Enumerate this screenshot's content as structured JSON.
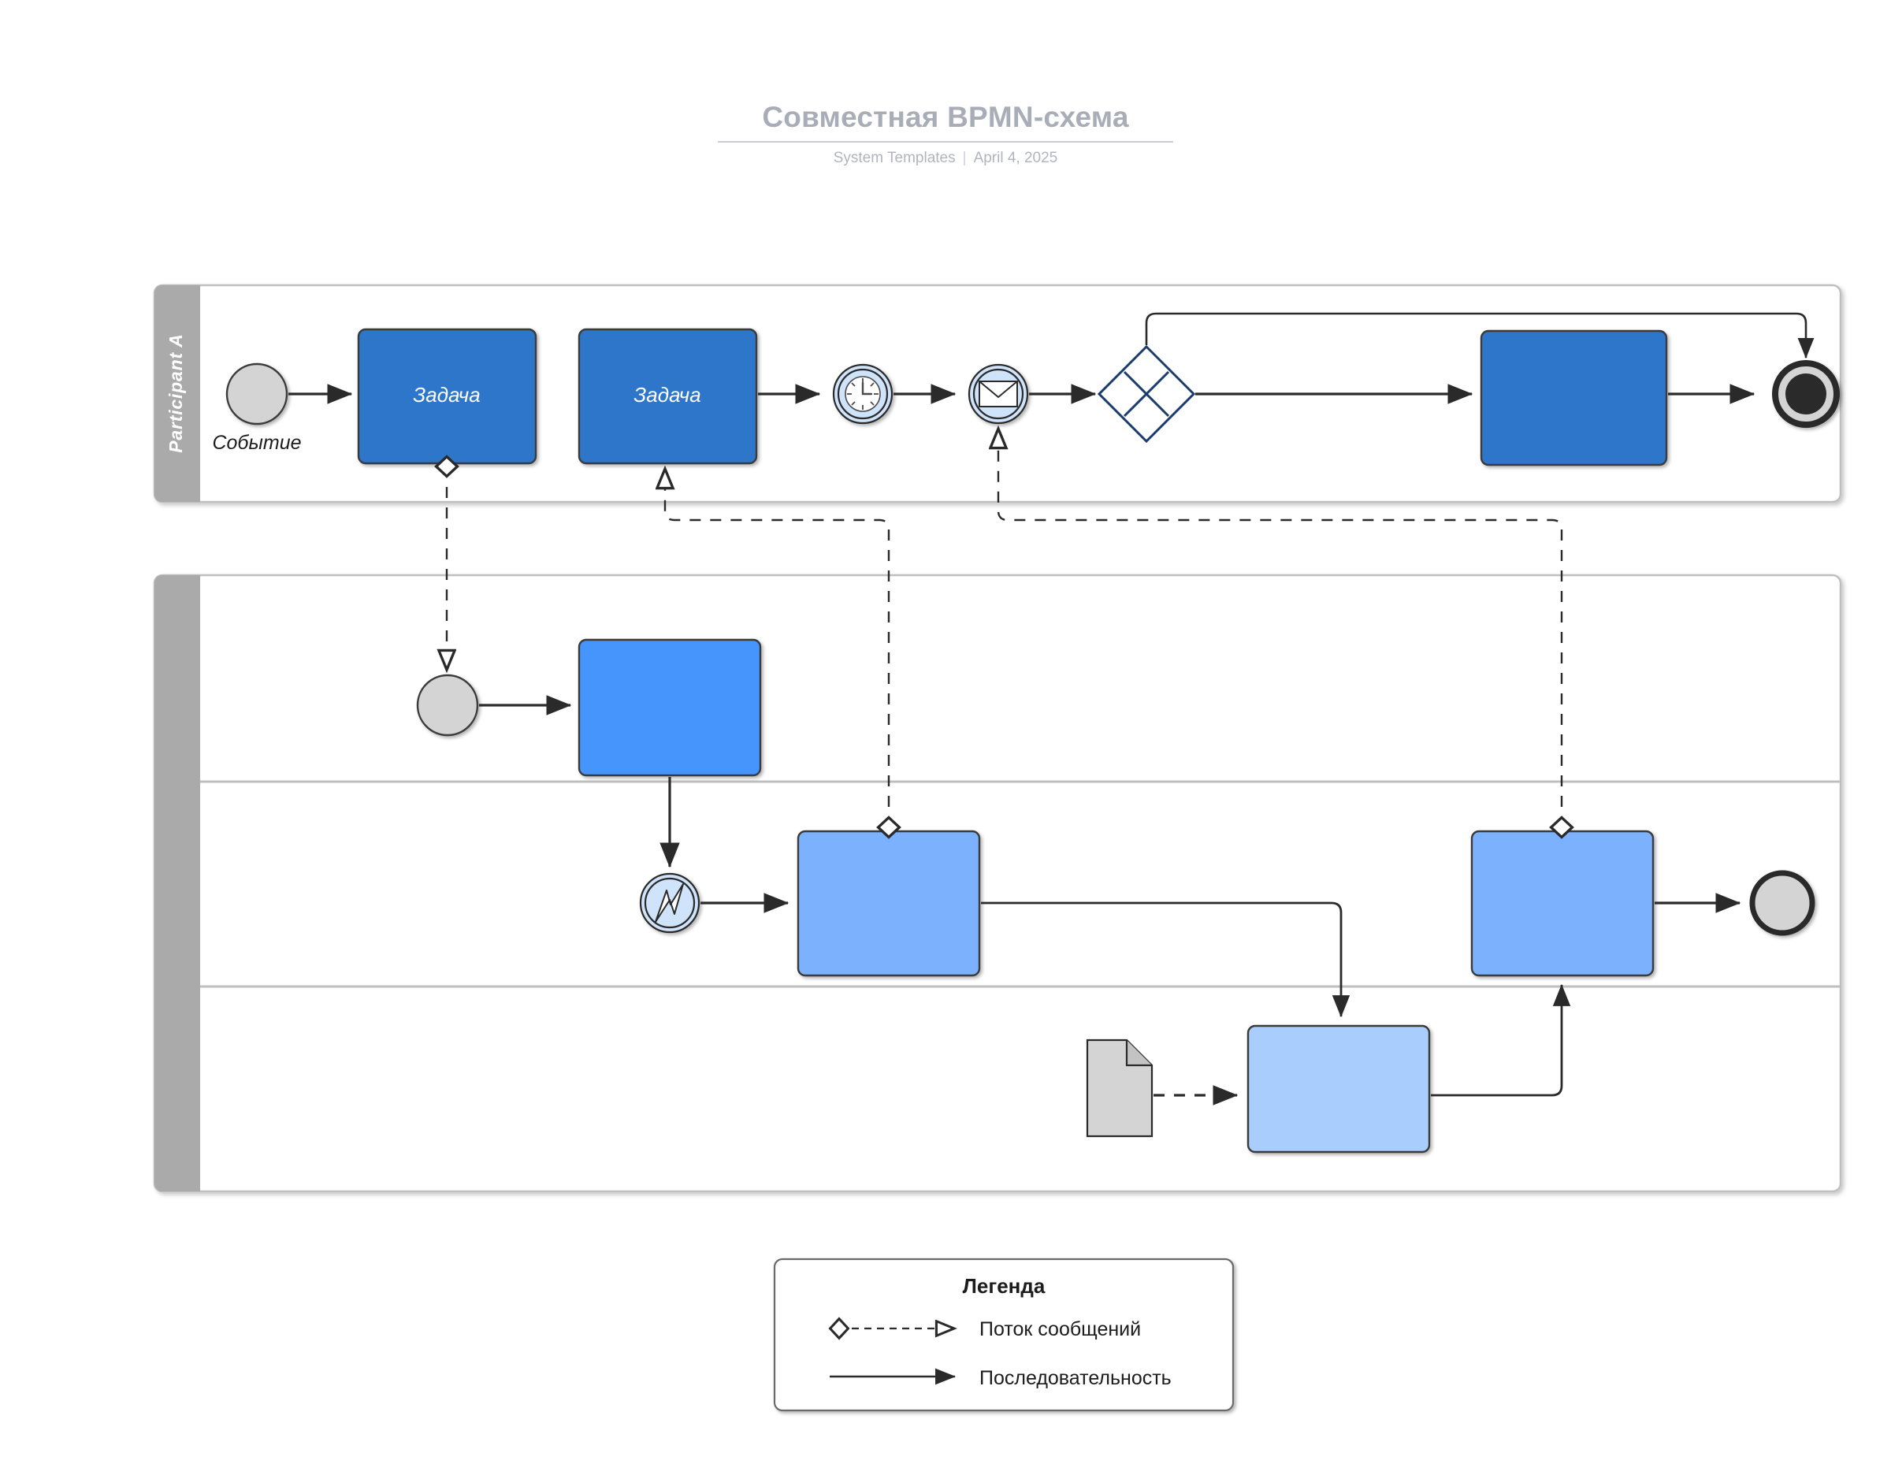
{
  "header": {
    "title": "Совместная BPMN-схема",
    "source": "System Templates",
    "separator": "|",
    "date": "April 4, 2025"
  },
  "colors": {
    "task_dark_blue": "#2D76C9",
    "task_mid_blue": "#4595FC",
    "task_light_blue": "#7BB2FD",
    "task_pale_blue": "#A9CEFE",
    "gateway_stroke": "#1A3D6E",
    "event_gray_fill": "#D4D4D4",
    "event_blue_fill": "#CFE3FA",
    "pool_header_gray": "#AAAAAA",
    "pool_border": "#BFBFBF",
    "flow_stroke": "#2A2A2A",
    "title_gray": "#A8ADB8",
    "subtitle_gray": "#B0B5BE"
  },
  "pools": [
    {
      "id": "pool-a",
      "label": "Participant A",
      "lanes": 1,
      "nodes": [
        {
          "id": "start-event-a",
          "type": "start-event",
          "label": "Событие"
        },
        {
          "id": "task-a-1",
          "type": "task",
          "label": "Задача"
        },
        {
          "id": "task-a-2",
          "type": "task",
          "label": "Задача"
        },
        {
          "id": "timer-event-a",
          "type": "intermediate-timer-event",
          "label": ""
        },
        {
          "id": "message-event-a",
          "type": "intermediate-message-event",
          "label": ""
        },
        {
          "id": "gateway-a",
          "type": "exclusive-gateway",
          "label": ""
        },
        {
          "id": "task-a-3",
          "type": "task",
          "label": ""
        },
        {
          "id": "end-event-a",
          "type": "terminate-end-event",
          "label": ""
        }
      ]
    },
    {
      "id": "pool-b",
      "label": "",
      "lanes": 3,
      "nodes": [
        {
          "id": "start-event-b",
          "type": "start-event",
          "label": ""
        },
        {
          "id": "task-b-1",
          "type": "task",
          "label": ""
        },
        {
          "id": "error-event-b",
          "type": "intermediate-error-event",
          "label": ""
        },
        {
          "id": "task-b-2",
          "type": "task",
          "label": ""
        },
        {
          "id": "task-b-3",
          "type": "task",
          "label": ""
        },
        {
          "id": "data-object-b",
          "type": "data-object",
          "label": ""
        },
        {
          "id": "task-b-4",
          "type": "task",
          "label": ""
        },
        {
          "id": "end-event-b",
          "type": "end-event",
          "label": ""
        }
      ]
    }
  ],
  "legend": {
    "title": "Легенда",
    "items": [
      {
        "id": "legend-message-flow",
        "label": "Поток сообщений",
        "style": "dashed-diamond-hollow-arrow"
      },
      {
        "id": "legend-sequence-flow",
        "label": "Последовательность",
        "style": "solid-filled-arrow"
      }
    ]
  }
}
